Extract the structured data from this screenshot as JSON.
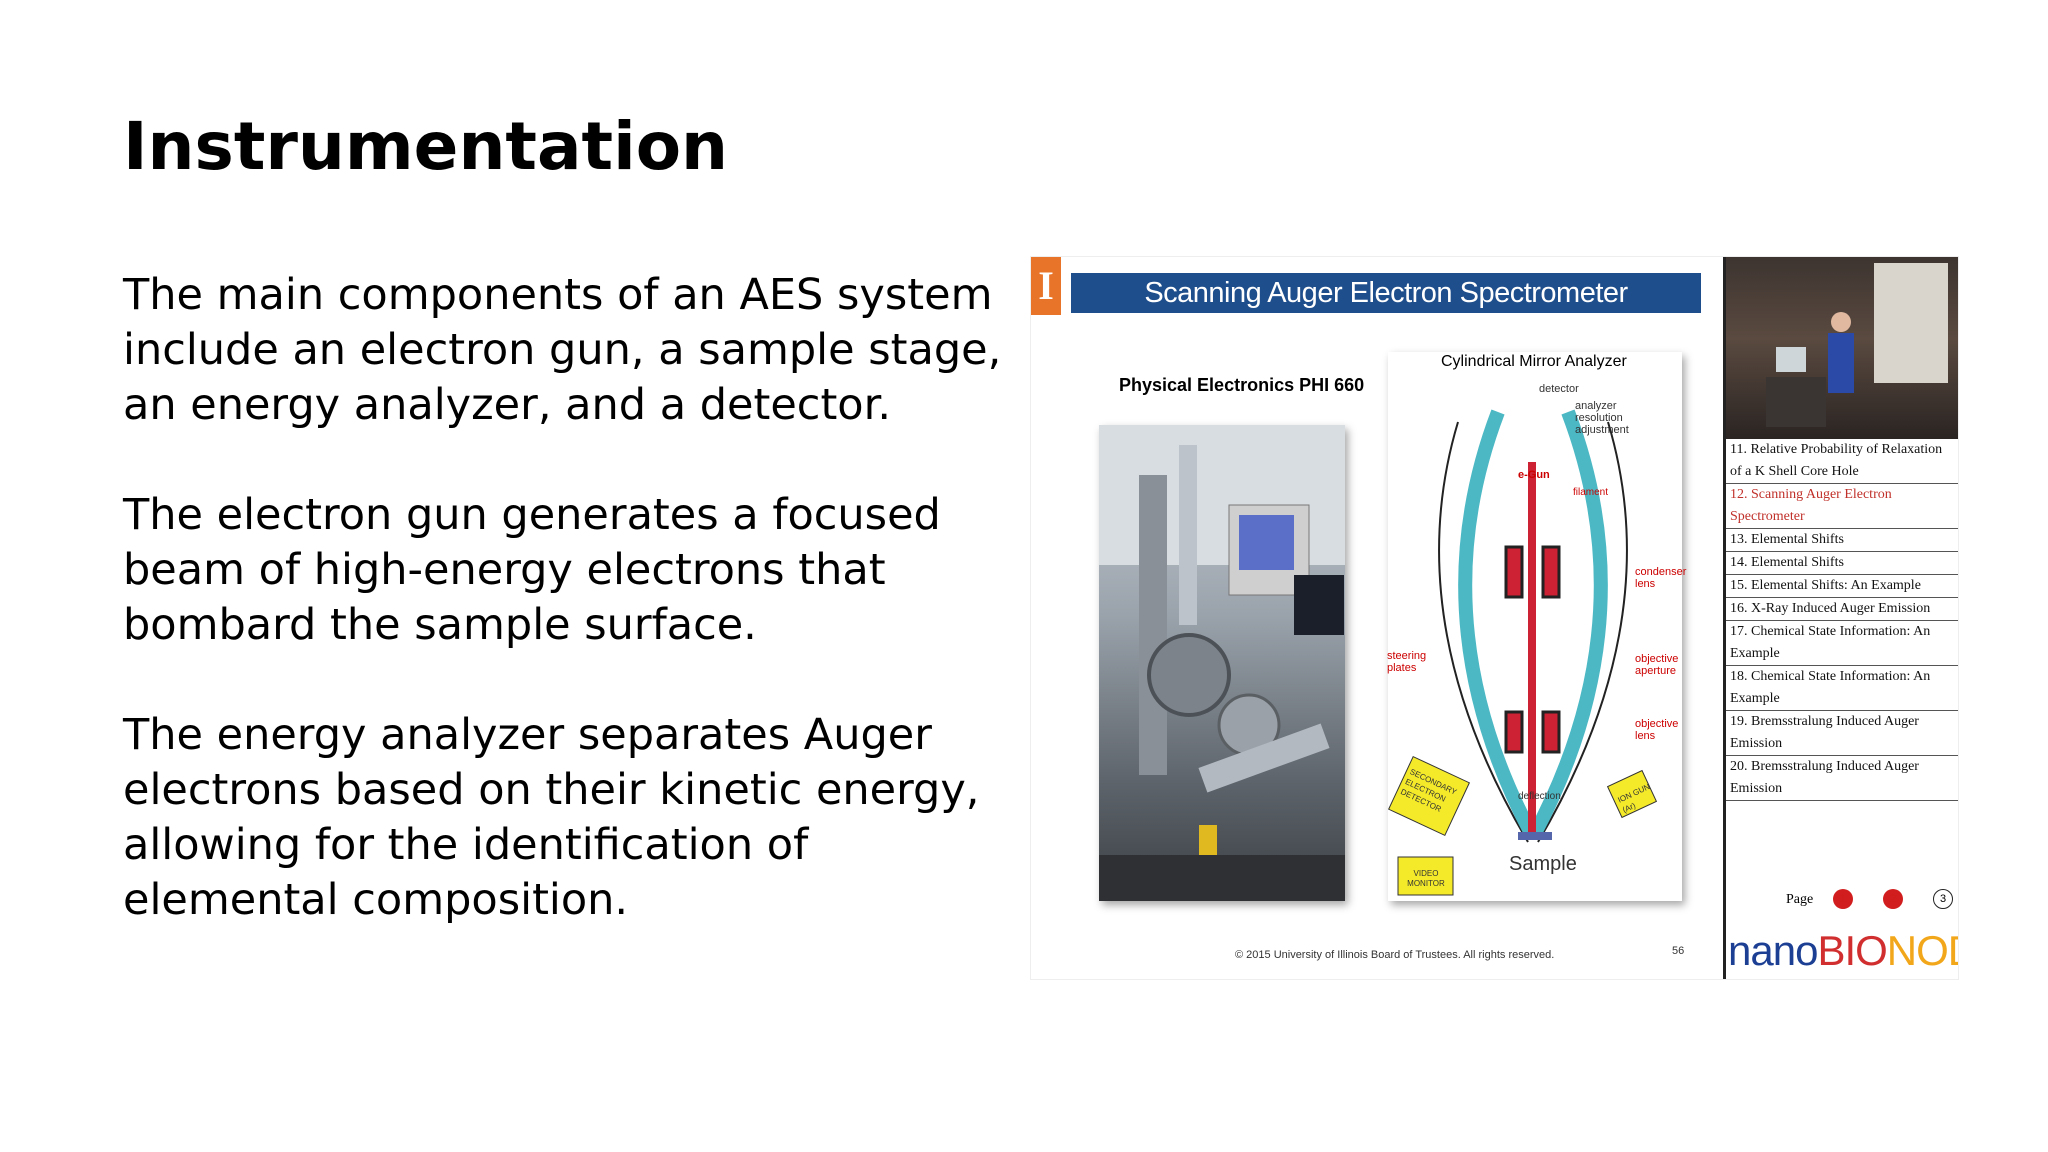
{
  "slide": {
    "title": "Instrumentation",
    "paragraphs": [
      "The main components of an AES system include an electron gun, a sample stage, an energy analyzer, and a detector.",
      "The electron gun generates a focused beam of high-energy electrons that bombard the sample surface.",
      "The energy analyzer separates Auger electrons based on their kinetic energy, allowing for the identification of elemental composition."
    ]
  },
  "screenshot": {
    "banner": "Scanning Auger Electron Spectrometer",
    "logo_letter": "I",
    "phi_label": "Physical Electronics PHI 660",
    "cma_title": "Cylindrical Mirror Analyzer",
    "labels": {
      "detector": "detector",
      "resolution": "analyzer resolution adjustment",
      "egun": "e-Gun",
      "filament": "filament",
      "condenser": "condenser lens",
      "steering": "steering plates",
      "objective_aperture": "objective aperture",
      "objective_lens": "objective lens",
      "deflection": "deflection",
      "secondary": "SECONDARY ELECTRON DETECTOR",
      "ion_gun": "ION GUN (Ar)",
      "sample": "Sample",
      "video_monitor": "VIDEO MONITOR"
    },
    "copyright": "© 2015 University of Illinois Board of Trustees.  All rights reserved.",
    "slide_number": "56",
    "toc": [
      {
        "label": "11. Relative Probability of Relaxation of a K Shell Core Hole",
        "active": false
      },
      {
        "label": "12. Scanning Auger Electron Spectrometer",
        "active": true
      },
      {
        "label": "13. Elemental Shifts",
        "active": false
      },
      {
        "label": "14. Elemental Shifts",
        "active": false
      },
      {
        "label": "15. Elemental Shifts: An Example",
        "active": false
      },
      {
        "label": "16. X-Ray Induced Auger Emission",
        "active": false
      },
      {
        "label": "17. Chemical State Information: An Example",
        "active": false
      },
      {
        "label": "18. Chemical State Information: An Example",
        "active": false
      },
      {
        "label": "19. Bremsstralung Induced Auger Emission",
        "active": false
      },
      {
        "label": "20. Bremsstralung Induced Auger Emission",
        "active": false
      }
    ],
    "pager": {
      "label": "Page",
      "pages": [
        "1",
        "2",
        "3"
      ]
    },
    "brand": {
      "nano": "nano",
      "bio": "BIO",
      "node": "NODE"
    }
  }
}
